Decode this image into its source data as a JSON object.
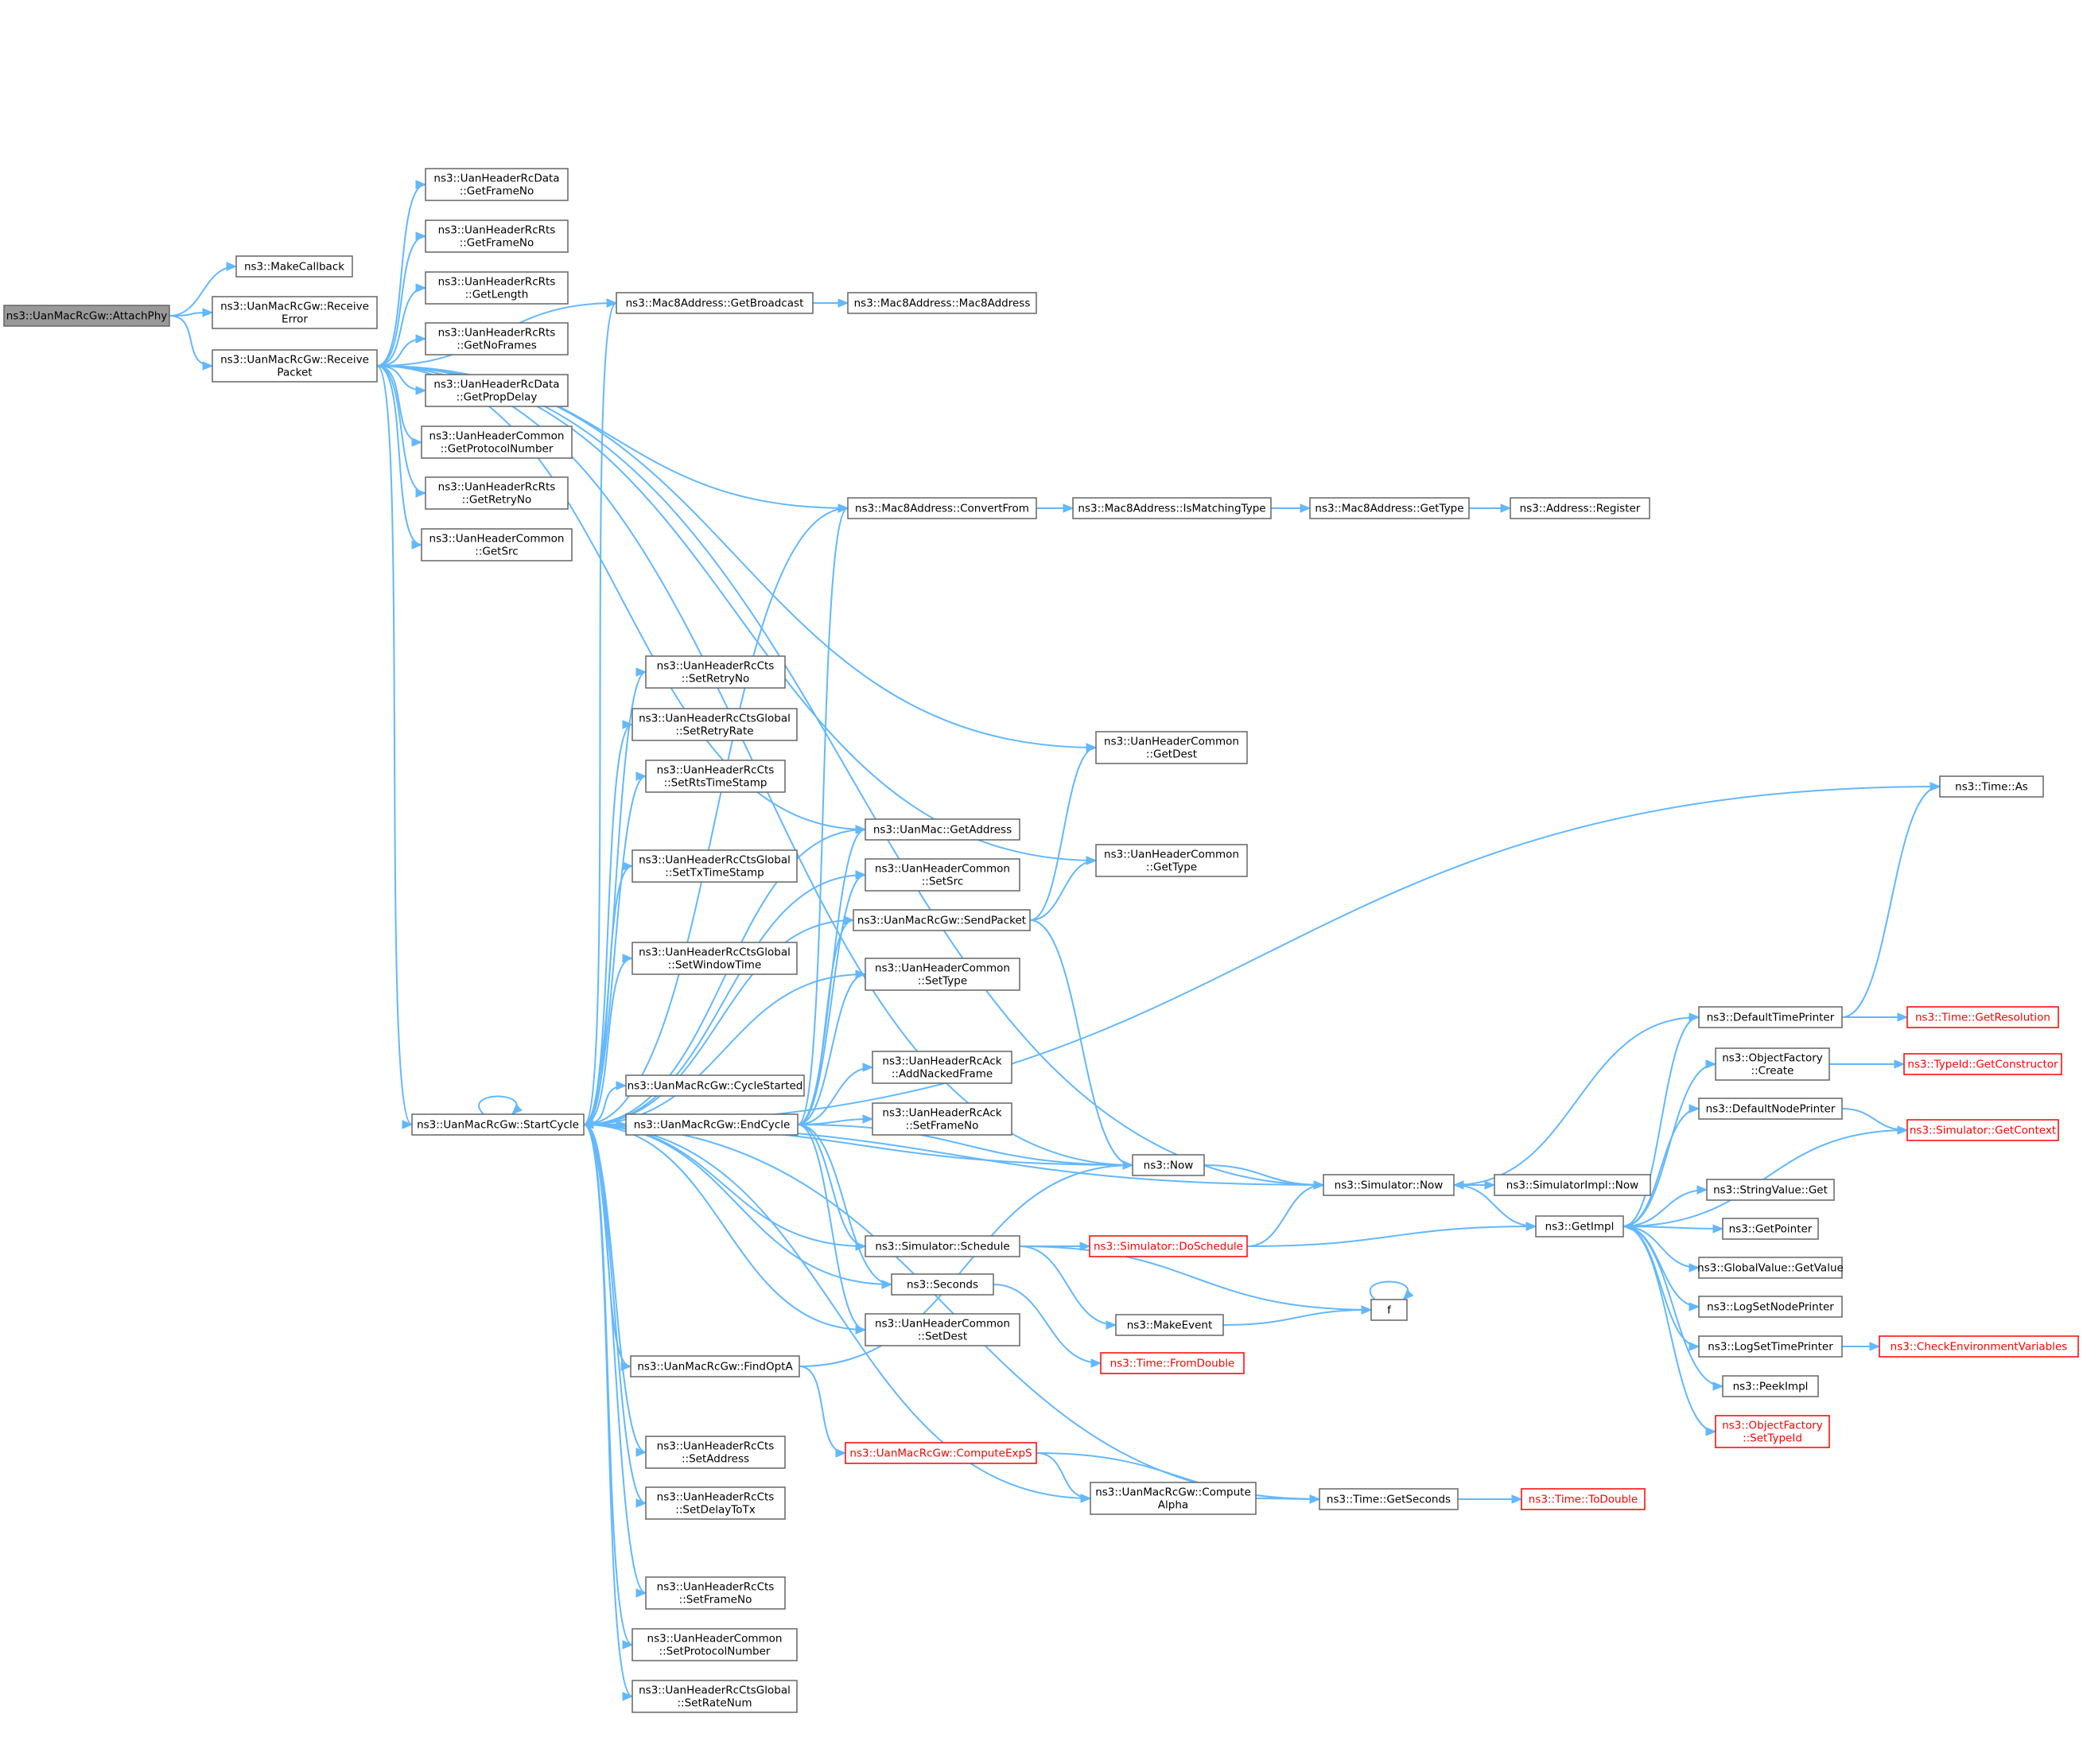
{
  "nodes": [
    {
      "id": "attachphy",
      "lines": [
        "ns3::UanMacRcGw::AttachPhy"
      ],
      "root": true
    },
    {
      "id": "makecallback",
      "lines": [
        "ns3::MakeCallback"
      ]
    },
    {
      "id": "receiveerror",
      "lines": [
        "ns3::UanMacRcGw::Receive",
        "Error"
      ]
    },
    {
      "id": "receivepacket",
      "lines": [
        "ns3::UanMacRcGw::Receive",
        "Packet"
      ]
    },
    {
      "id": "rcdata_getframeno",
      "lines": [
        "ns3::UanHeaderRcData",
        "::GetFrameNo"
      ]
    },
    {
      "id": "rcrts_getframeno",
      "lines": [
        "ns3::UanHeaderRcRts",
        "::GetFrameNo"
      ]
    },
    {
      "id": "rcrts_getlength",
      "lines": [
        "ns3::UanHeaderRcRts",
        "::GetLength"
      ]
    },
    {
      "id": "rcrts_getnoframes",
      "lines": [
        "ns3::UanHeaderRcRts",
        "::GetNoFrames"
      ]
    },
    {
      "id": "rcdata_getpropdelay",
      "lines": [
        "ns3::UanHeaderRcData",
        "::GetPropDelay"
      ]
    },
    {
      "id": "common_getprotocolnumber",
      "lines": [
        "ns3::UanHeaderCommon",
        "::GetProtocolNumber"
      ]
    },
    {
      "id": "rcrts_getretryno",
      "lines": [
        "ns3::UanHeaderRcRts",
        "::GetRetryNo"
      ]
    },
    {
      "id": "common_getsrc",
      "lines": [
        "ns3::UanHeaderCommon",
        "::GetSrc"
      ]
    },
    {
      "id": "mac8_getbroadcast",
      "lines": [
        "ns3::Mac8Address::GetBroadcast"
      ]
    },
    {
      "id": "mac8_mac8address",
      "lines": [
        "ns3::Mac8Address::Mac8Address"
      ]
    },
    {
      "id": "mac8_convertfrom",
      "lines": [
        "ns3::Mac8Address::ConvertFrom"
      ]
    },
    {
      "id": "mac8_ismatchingtype",
      "lines": [
        "ns3::Mac8Address::IsMatchingType"
      ]
    },
    {
      "id": "mac8_gettype",
      "lines": [
        "ns3::Mac8Address::GetType"
      ]
    },
    {
      "id": "address_register",
      "lines": [
        "ns3::Address::Register"
      ]
    },
    {
      "id": "time_as",
      "lines": [
        "ns3::Time::As"
      ]
    },
    {
      "id": "rccts_setretryno",
      "lines": [
        "ns3::UanHeaderRcCts",
        "::SetRetryNo"
      ]
    },
    {
      "id": "rcctsglobal_setretryrate",
      "lines": [
        "ns3::UanHeaderRcCtsGlobal",
        "::SetRetryRate"
      ]
    },
    {
      "id": "rccts_setrtstimestamp",
      "lines": [
        "ns3::UanHeaderRcCts",
        "::SetRtsTimeStamp"
      ]
    },
    {
      "id": "rcctsglobal_settxtimestamp",
      "lines": [
        "ns3::UanHeaderRcCtsGlobal",
        "::SetTxTimeStamp"
      ]
    },
    {
      "id": "rcctsglobal_setwindowtime",
      "lines": [
        "ns3::UanHeaderRcCtsGlobal",
        "::SetWindowTime"
      ]
    },
    {
      "id": "common_getdest",
      "lines": [
        "ns3::UanHeaderCommon",
        "::GetDest"
      ]
    },
    {
      "id": "uanmac_getaddress",
      "lines": [
        "ns3::UanMac::GetAddress"
      ]
    },
    {
      "id": "common_getsrc2",
      "lines": [
        "ns3::UanHeaderCommon",
        "::SetSrc"
      ]
    },
    {
      "id": "common_gettype",
      "lines": [
        "ns3::UanHeaderCommon",
        "::GetType"
      ]
    },
    {
      "id": "sendpacket",
      "lines": [
        "ns3::UanMacRcGw::SendPacket"
      ]
    },
    {
      "id": "common_settype",
      "lines": [
        "ns3::UanHeaderCommon",
        "::SetType"
      ]
    },
    {
      "id": "cyclestarted",
      "lines": [
        "ns3::UanMacRcGw::CycleStarted"
      ]
    },
    {
      "id": "rcack_addnackedframe",
      "lines": [
        "ns3::UanHeaderRcAck",
        "::AddNackedFrame"
      ]
    },
    {
      "id": "startcycle",
      "lines": [
        "ns3::UanMacRcGw::StartCycle"
      ]
    },
    {
      "id": "endcycle",
      "lines": [
        "ns3::UanMacRcGw::EndCycle"
      ]
    },
    {
      "id": "rcack_setframeno",
      "lines": [
        "ns3::UanHeaderRcAck",
        "::SetFrameNo"
      ]
    },
    {
      "id": "now",
      "lines": [
        "ns3::Now"
      ]
    },
    {
      "id": "simulator_now",
      "lines": [
        "ns3::Simulator::Now"
      ]
    },
    {
      "id": "simulatorimpl_now",
      "lines": [
        "ns3::SimulatorImpl::Now"
      ]
    },
    {
      "id": "simulator_schedule",
      "lines": [
        "ns3::Simulator::Schedule"
      ]
    },
    {
      "id": "simulator_doschedule",
      "lines": [
        "ns3::Simulator::DoSchedule"
      ],
      "red": true
    },
    {
      "id": "getimpl",
      "lines": [
        "ns3::GetImpl"
      ]
    },
    {
      "id": "seconds",
      "lines": [
        "ns3::Seconds"
      ]
    },
    {
      "id": "f",
      "lines": [
        "f"
      ]
    },
    {
      "id": "makeevent",
      "lines": [
        "ns3::MakeEvent"
      ]
    },
    {
      "id": "common_setdest",
      "lines": [
        "ns3::UanHeaderCommon",
        "::SetDest"
      ]
    },
    {
      "id": "time_fromdouble",
      "lines": [
        "ns3::Time::FromDouble"
      ],
      "red": true
    },
    {
      "id": "findopta",
      "lines": [
        "ns3::UanMacRcGw::FindOptA"
      ]
    },
    {
      "id": "computeexps",
      "lines": [
        "ns3::UanMacRcGw::ComputeExpS"
      ],
      "red": true
    },
    {
      "id": "computealpha",
      "lines": [
        "ns3::UanMacRcGw::Compute",
        "Alpha"
      ]
    },
    {
      "id": "time_getseconds",
      "lines": [
        "ns3::Time::GetSeconds"
      ]
    },
    {
      "id": "time_todouble",
      "lines": [
        "ns3::Time::ToDouble"
      ],
      "red": true
    },
    {
      "id": "rccts_setaddress",
      "lines": [
        "ns3::UanHeaderRcCts",
        "::SetAddress"
      ]
    },
    {
      "id": "rccts_setdelaytotx",
      "lines": [
        "ns3::UanHeaderRcCts",
        "::SetDelayToTx"
      ]
    },
    {
      "id": "rccts_setframeno",
      "lines": [
        "ns3::UanHeaderRcCts",
        "::SetFrameNo"
      ]
    },
    {
      "id": "common_setprotocolnumber",
      "lines": [
        "ns3::UanHeaderCommon",
        "::SetProtocolNumber"
      ]
    },
    {
      "id": "rcctsglobal_setratenum",
      "lines": [
        "ns3::UanHeaderRcCtsGlobal",
        "::SetRateNum"
      ]
    },
    {
      "id": "defaulttimeprinter",
      "lines": [
        "ns3::DefaultTimePrinter"
      ]
    },
    {
      "id": "time_getresolution",
      "lines": [
        "ns3::Time::GetResolution"
      ],
      "red": true
    },
    {
      "id": "objectfactory_create",
      "lines": [
        "ns3::ObjectFactory",
        "::Create"
      ]
    },
    {
      "id": "typeid_getconstructor",
      "lines": [
        "ns3::TypeId::GetConstructor"
      ],
      "red": true
    },
    {
      "id": "defaultnodeprinter",
      "lines": [
        "ns3::DefaultNodePrinter"
      ]
    },
    {
      "id": "simulator_getcontext",
      "lines": [
        "ns3::Simulator::GetContext"
      ],
      "red": true
    },
    {
      "id": "stringvalue_get",
      "lines": [
        "ns3::StringValue::Get"
      ]
    },
    {
      "id": "getpointer",
      "lines": [
        "ns3::GetPointer"
      ]
    },
    {
      "id": "globalvalue_getvalue",
      "lines": [
        "ns3::GlobalValue::GetValue"
      ]
    },
    {
      "id": "logsetnodeprinter",
      "lines": [
        "ns3::LogSetNodePrinter"
      ]
    },
    {
      "id": "logsettimeprinter",
      "lines": [
        "ns3::LogSetTimePrinter"
      ]
    },
    {
      "id": "checkenvironmentvariables",
      "lines": [
        "ns3::CheckEnvironmentVariables"
      ],
      "red": true
    },
    {
      "id": "peekimpl",
      "lines": [
        "ns3::PeekImpl"
      ]
    },
    {
      "id": "objectfactory_settypeid",
      "lines": [
        "ns3::ObjectFactory",
        "::SetTypeId"
      ],
      "red": true
    }
  ],
  "edges": [
    [
      "attachphy",
      "makecallback"
    ],
    [
      "attachphy",
      "receiveerror"
    ],
    [
      "attachphy",
      "receivepacket"
    ],
    [
      "receivepacket",
      "rcdata_getframeno"
    ],
    [
      "receivepacket",
      "rcrts_getframeno"
    ],
    [
      "receivepacket",
      "rcrts_getlength"
    ],
    [
      "receivepacket",
      "rcrts_getnoframes"
    ],
    [
      "receivepacket",
      "rcdata_getpropdelay"
    ],
    [
      "receivepacket",
      "common_getprotocolnumber"
    ],
    [
      "receivepacket",
      "rcrts_getretryno"
    ],
    [
      "receivepacket",
      "common_getsrc"
    ],
    [
      "receivepacket",
      "mac8_getbroadcast"
    ],
    [
      "receivepacket",
      "mac8_convertfrom"
    ],
    [
      "receivepacket",
      "simulator_now"
    ],
    [
      "receivepacket",
      "common_getdest"
    ],
    [
      "receivepacket",
      "uanmac_getaddress"
    ],
    [
      "receivepacket",
      "common_gettype"
    ],
    [
      "receivepacket",
      "startcycle"
    ],
    [
      "receivepacket",
      "now"
    ],
    [
      "mac8_getbroadcast",
      "mac8_mac8address"
    ],
    [
      "mac8_convertfrom",
      "mac8_ismatchingtype"
    ],
    [
      "mac8_ismatchingtype",
      "mac8_gettype"
    ],
    [
      "mac8_gettype",
      "address_register"
    ],
    [
      "startcycle",
      "time_as"
    ],
    [
      "startcycle",
      "rccts_setretryno"
    ],
    [
      "startcycle",
      "rcctsglobal_setretryrate"
    ],
    [
      "startcycle",
      "rccts_setrtstimestamp"
    ],
    [
      "startcycle",
      "rcctsglobal_settxtimestamp"
    ],
    [
      "startcycle",
      "rcctsglobal_setwindowtime"
    ],
    [
      "startcycle",
      "mac8_getbroadcast"
    ],
    [
      "startcycle",
      "mac8_convertfrom"
    ],
    [
      "startcycle",
      "uanmac_getaddress"
    ],
    [
      "startcycle",
      "common_getsrc2"
    ],
    [
      "startcycle",
      "sendpacket"
    ],
    [
      "startcycle",
      "common_settype"
    ],
    [
      "startcycle",
      "cyclestarted"
    ],
    [
      "startcycle",
      "endcycle"
    ],
    [
      "startcycle",
      "now"
    ],
    [
      "startcycle",
      "simulator_now"
    ],
    [
      "startcycle",
      "simulator_schedule"
    ],
    [
      "startcycle",
      "seconds"
    ],
    [
      "startcycle",
      "common_setdest"
    ],
    [
      "startcycle",
      "findopta"
    ],
    [
      "startcycle",
      "computealpha"
    ],
    [
      "startcycle",
      "time_getseconds"
    ],
    [
      "startcycle",
      "rccts_setaddress"
    ],
    [
      "startcycle",
      "rccts_setdelaytotx"
    ],
    [
      "startcycle",
      "rccts_setframeno"
    ],
    [
      "startcycle",
      "common_setprotocolnumber"
    ],
    [
      "startcycle",
      "rcctsglobal_setratenum"
    ],
    [
      "startcycle",
      "startcycle"
    ],
    [
      "endcycle",
      "startcycle"
    ],
    [
      "endcycle",
      "uanmac_getaddress"
    ],
    [
      "endcycle",
      "common_getsrc2"
    ],
    [
      "endcycle",
      "sendpacket"
    ],
    [
      "endcycle",
      "common_settype"
    ],
    [
      "endcycle",
      "rcack_addnackedframe"
    ],
    [
      "endcycle",
      "rcack_setframeno"
    ],
    [
      "endcycle",
      "now"
    ],
    [
      "endcycle",
      "simulator_schedule"
    ],
    [
      "endcycle",
      "seconds"
    ],
    [
      "endcycle",
      "common_setdest"
    ],
    [
      "endcycle",
      "mac8_convertfrom"
    ],
    [
      "sendpacket",
      "common_getdest"
    ],
    [
      "sendpacket",
      "common_gettype"
    ],
    [
      "sendpacket",
      "now"
    ],
    [
      "now",
      "simulator_now"
    ],
    [
      "simulator_now",
      "simulatorimpl_now"
    ],
    [
      "simulator_now",
      "getimpl"
    ],
    [
      "simulator_schedule",
      "simulator_doschedule"
    ],
    [
      "simulator_schedule",
      "makeevent"
    ],
    [
      "simulator_schedule",
      "f"
    ],
    [
      "simulator_doschedule",
      "simulator_now"
    ],
    [
      "simulator_doschedule",
      "getimpl"
    ],
    [
      "seconds",
      "time_fromdouble"
    ],
    [
      "makeevent",
      "f"
    ],
    [
      "f",
      "f"
    ],
    [
      "findopta",
      "now"
    ],
    [
      "findopta",
      "computeexps"
    ],
    [
      "computeexps",
      "computealpha"
    ],
    [
      "computeexps",
      "time_getseconds"
    ],
    [
      "computealpha",
      "time_getseconds"
    ],
    [
      "time_getseconds",
      "time_todouble"
    ],
    [
      "getimpl",
      "defaulttimeprinter"
    ],
    [
      "getimpl",
      "objectfactory_create"
    ],
    [
      "getimpl",
      "defaultnodeprinter"
    ],
    [
      "getimpl",
      "stringvalue_get"
    ],
    [
      "getimpl",
      "getpointer"
    ],
    [
      "getimpl",
      "globalvalue_getvalue"
    ],
    [
      "getimpl",
      "logsetnodeprinter"
    ],
    [
      "getimpl",
      "logsettimeprinter"
    ],
    [
      "getimpl",
      "peekimpl"
    ],
    [
      "getimpl",
      "objectfactory_settypeid"
    ],
    [
      "defaulttimeprinter",
      "simulator_now"
    ],
    [
      "defaulttimeprinter",
      "time_getresolution"
    ],
    [
      "defaulttimeprinter",
      "time_as"
    ],
    [
      "objectfactory_create",
      "typeid_getconstructor"
    ],
    [
      "defaultnodeprinter",
      "simulator_getcontext"
    ],
    [
      "simulator_getcontext",
      "getimpl"
    ],
    [
      "logsettimeprinter",
      "checkenvironmentvariables"
    ]
  ]
}
